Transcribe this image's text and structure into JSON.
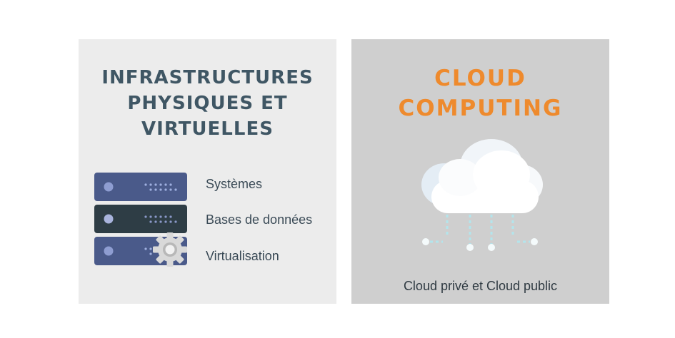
{
  "left_panel": {
    "title_lines": [
      "INFRASTRUCTURES",
      "PHYSIQUES ET",
      "VIRTUELLES"
    ],
    "items": [
      {
        "label": "Systèmes",
        "icon": "server-icon"
      },
      {
        "label": "Bases de données",
        "icon": "server-icon"
      },
      {
        "label": "Virtualisation",
        "icon": "gear-icon"
      }
    ]
  },
  "right_panel": {
    "title_lines": [
      "CLOUD",
      "COMPUTING"
    ],
    "icon": "cloud-icon",
    "caption": "Cloud privé et Cloud public"
  },
  "colors": {
    "left_title": "#3f5664",
    "right_title": "#ee8a2d",
    "server_blue": "#4a5a8a",
    "server_dark": "#2e3d45",
    "left_background": "#ececec",
    "right_background": "#cfcfcf"
  }
}
